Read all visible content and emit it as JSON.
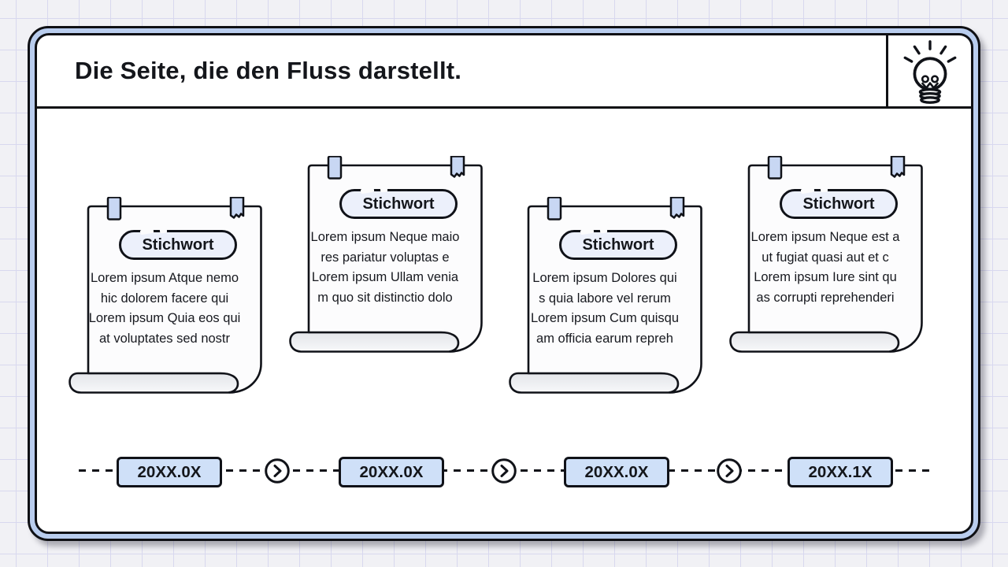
{
  "header": {
    "title": "Die Seite, die den Fluss darstellt."
  },
  "icons": {
    "lightbulb": "lightbulb-icon",
    "arrow": "chevron-right-icon",
    "tape": "tape-clip-icon"
  },
  "cards": [
    {
      "keyword": "Stichwort",
      "body": "Lorem ipsum Atque nemo\nhic dolorem facere qui\nLorem ipsum Quia eos qui\nat voluptates sed nostr"
    },
    {
      "keyword": "Stichwort",
      "body": "Lorem ipsum Neque maio\nres pariatur voluptas e\nLorem ipsum Ullam venia\nm quo sit distinctio dolo"
    },
    {
      "keyword": "Stichwort",
      "body": "Lorem ipsum Dolores qui\ns quia labore vel rerum\nLorem ipsum Cum quisqu\nam officia earum repreh"
    },
    {
      "keyword": "Stichwort",
      "body": "Lorem ipsum Neque est a\nut fugiat quasi aut et c\nLorem ipsum Iure sint qu\nas corrupti reprehenderi"
    }
  ],
  "timeline": {
    "milestones": [
      "20XX.0X",
      "20XX.0X",
      "20XX.0X",
      "20XX.1X"
    ]
  },
  "colors": {
    "frame_band_blue": "#b9cdee",
    "tape_blue": "#c8d7f3",
    "pill_blue": "#ecf0fb",
    "badge_blue": "#cfe0f8",
    "ink": "#101218",
    "grid_line": "#d8d8ef",
    "page_background": "#f1f1f5",
    "curl_gray": "#e3e5e9"
  }
}
